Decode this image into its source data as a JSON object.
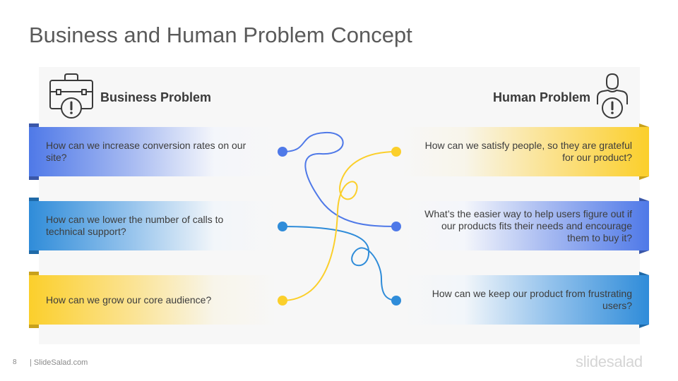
{
  "title": "Business and Human Problem Concept",
  "left": {
    "heading": "Business Problem",
    "icon": "briefcase-alert-icon",
    "items": [
      {
        "text": "How can we increase conversion rates on our site?",
        "color": "#4f79e8"
      },
      {
        "text": "How can we lower the number of calls to technical support?",
        "color": "#2f8cd9"
      },
      {
        "text": "How can we grow our core audience?",
        "color": "#fbcf2b"
      }
    ]
  },
  "right": {
    "heading": "Human Problem",
    "icon": "person-alert-icon",
    "items": [
      {
        "text": "How can we satisfy people, so they are grateful for our product?",
        "color": "#fbcf2b"
      },
      {
        "text": "What’s the easier way to help users figure out if our products fits their needs and encourage them to buy it?",
        "color": "#4f79e8"
      },
      {
        "text": "How can we keep our product from frustrating users?",
        "color": "#2f8cd9"
      }
    ]
  },
  "footer": {
    "page_number": "8",
    "brand": "| SlideSalad.com",
    "logo": "slidesalad"
  },
  "colors": {
    "blue": "#4f79e8",
    "teal": "#2f8cd9",
    "yellow": "#fbcf2b",
    "title": "#5a5a5a"
  }
}
